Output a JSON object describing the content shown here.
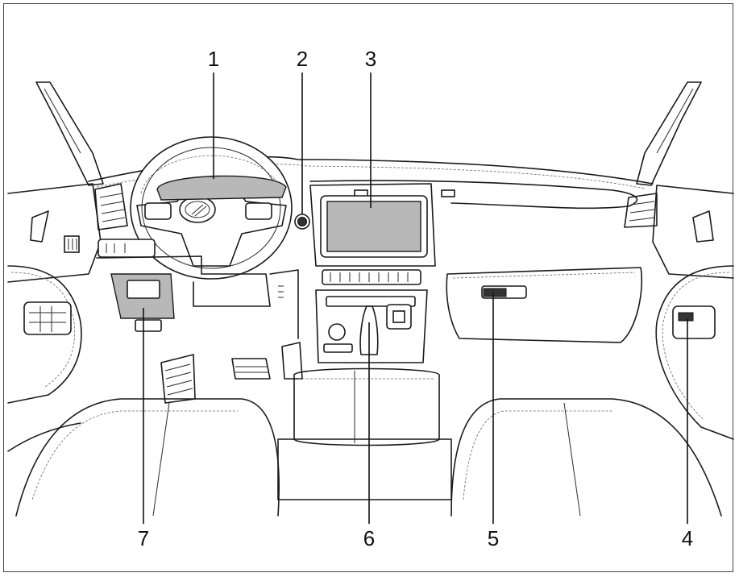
{
  "figure": {
    "description_labels": [
      "1",
      "2",
      "3",
      "4",
      "5",
      "6",
      "7"
    ]
  },
  "callouts": [
    {
      "number": "1",
      "target": "instrument-cluster"
    },
    {
      "number": "2",
      "target": "start-stop-button"
    },
    {
      "number": "3",
      "target": "infotainment-screen"
    },
    {
      "number": "4",
      "target": "passenger-window-switch"
    },
    {
      "number": "5",
      "target": "glovebox-handle"
    },
    {
      "number": "6",
      "target": "gear-selector"
    },
    {
      "number": "7",
      "target": "driver-storage-panel"
    }
  ],
  "colors": {
    "line": "#1a1a1a",
    "fill_gray": "#b8b8b8",
    "background": "#ffffff"
  }
}
